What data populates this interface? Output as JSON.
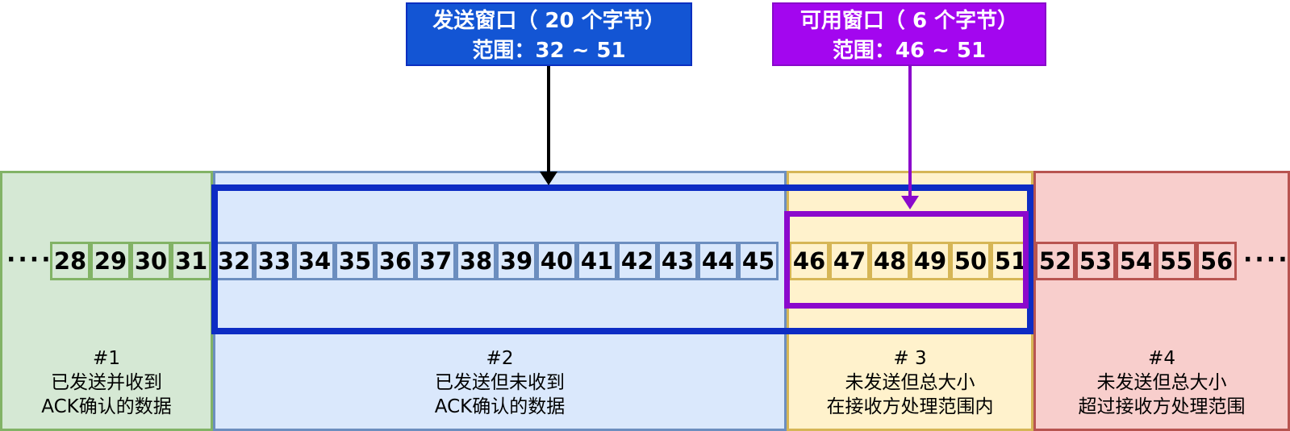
{
  "labels": {
    "send_window": {
      "line1": "发送窗口（ 20 个字节）",
      "line2": "范围：32 ~ 51"
    },
    "usable_window": {
      "line1": "可用窗口（ 6 个字节）",
      "line2": "范围：46 ~ 51"
    }
  },
  "regions": [
    {
      "num": "#1",
      "line2": "已发送并收到",
      "line3": "ACK确认的数据"
    },
    {
      "num": "#2",
      "line2": "已发送但未收到",
      "line3": "ACK确认的数据"
    },
    {
      "num": "# 3",
      "line2": "未发送但总大小",
      "line3": "在接收方处理范围内"
    },
    {
      "num": "#4",
      "line2": "未发送但总大小",
      "line3": "超过接收方处理范围"
    }
  ],
  "cells": {
    "acked": [
      28,
      29,
      30,
      31
    ],
    "sent_unacked": [
      32,
      33,
      34,
      35,
      36,
      37,
      38,
      39,
      40,
      41,
      42,
      43,
      44,
      45
    ],
    "usable": [
      46,
      47,
      48,
      49,
      50,
      51
    ],
    "beyond": [
      52,
      53,
      54,
      55,
      56
    ]
  },
  "ellipsis_left": "·····",
  "ellipsis_right": "·····",
  "colors": {
    "region_acked_fill": "#d5e8d4",
    "region_acked_border": "#82b366",
    "region_sent_fill": "#dae8fc",
    "region_sent_border": "#6c8ebf",
    "region_usable_fill": "#fff2cc",
    "region_usable_border": "#d6b656",
    "region_beyond_fill": "#f8cecc",
    "region_beyond_border": "#b85450",
    "send_window_border": "#0d2cc4",
    "usable_window_border": "#8b09cc",
    "send_label_fill": "#1355d4",
    "usable_label_fill": "#a306ef",
    "arrow_black": "#000000",
    "arrow_purple": "#8b09cc"
  }
}
